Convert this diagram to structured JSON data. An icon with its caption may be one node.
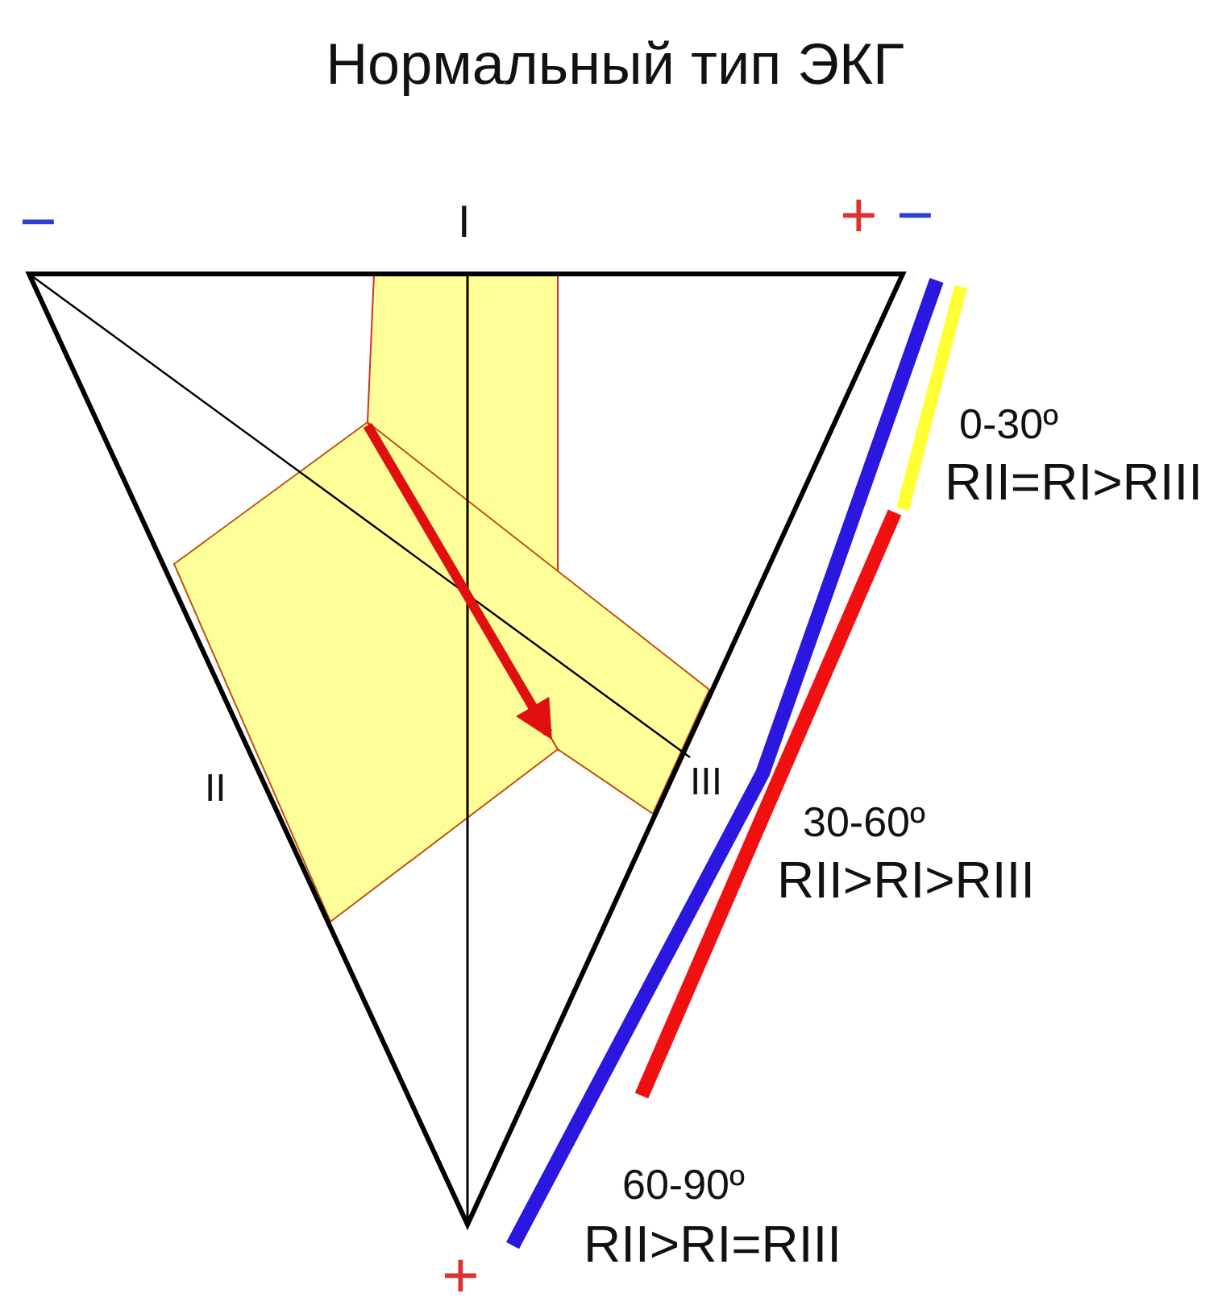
{
  "diagram": {
    "title": "Нормальный тип ЭКГ",
    "labels": [
      "−",
      "I",
      "+",
      "−",
      "II",
      "III",
      "+",
      "0-30º",
      "RII=RI>RIII",
      "30-60º",
      "RII>RI>RIII",
      "60-90º",
      "RII>RI=RIII"
    ]
  }
}
